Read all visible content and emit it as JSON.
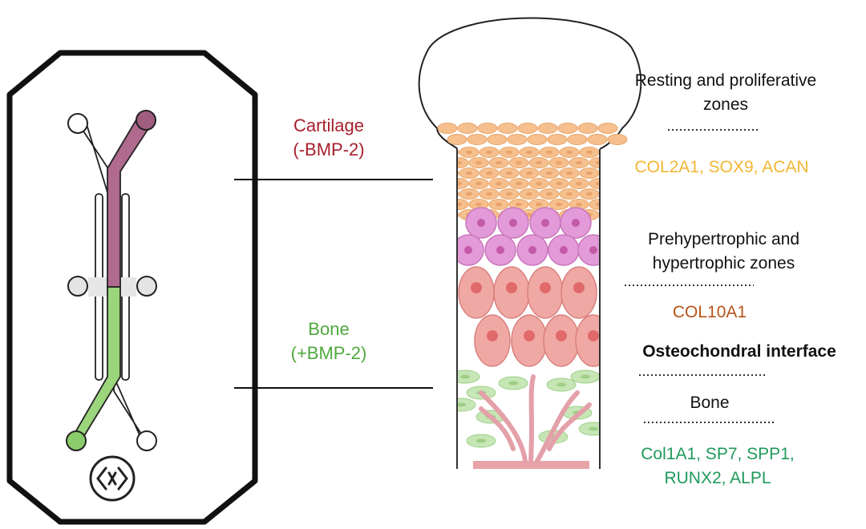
{
  "colors": {
    "cartilage": "#a7202c",
    "bone": "#4ea83c",
    "cartilage_genes": "#f2b632",
    "hypertrophic_genes": "#b5541a",
    "bone_genes": "#1f9a5a",
    "outline": "#111111",
    "channel_pink": "#b06a8e",
    "channel_green": "#9bd57c"
  },
  "icons": {
    "chip": "microfluidic-chip-icon",
    "logo": "chip-logo-icon"
  },
  "labels": {
    "cartilage": "Cartilage",
    "cartilage_sub": "(-BMP-2)",
    "bone": "Bone",
    "bone_sub": "(+BMP-2)"
  },
  "zones": {
    "resting_line1": "Resting and proliferative",
    "resting_line2": "zones",
    "resting_genes": "COL2A1, SOX9, ACAN",
    "hyper_line1": "Prehypertrophic and",
    "hyper_line2": "hypertrophic zones",
    "hyper_genes": "COL10A1",
    "interface": "Osteochondral interface",
    "bone": "Bone",
    "bone_genes_line1": "Col1A1, SP7, SPP1,",
    "bone_genes_line2": "RUNX2, ALPL"
  }
}
